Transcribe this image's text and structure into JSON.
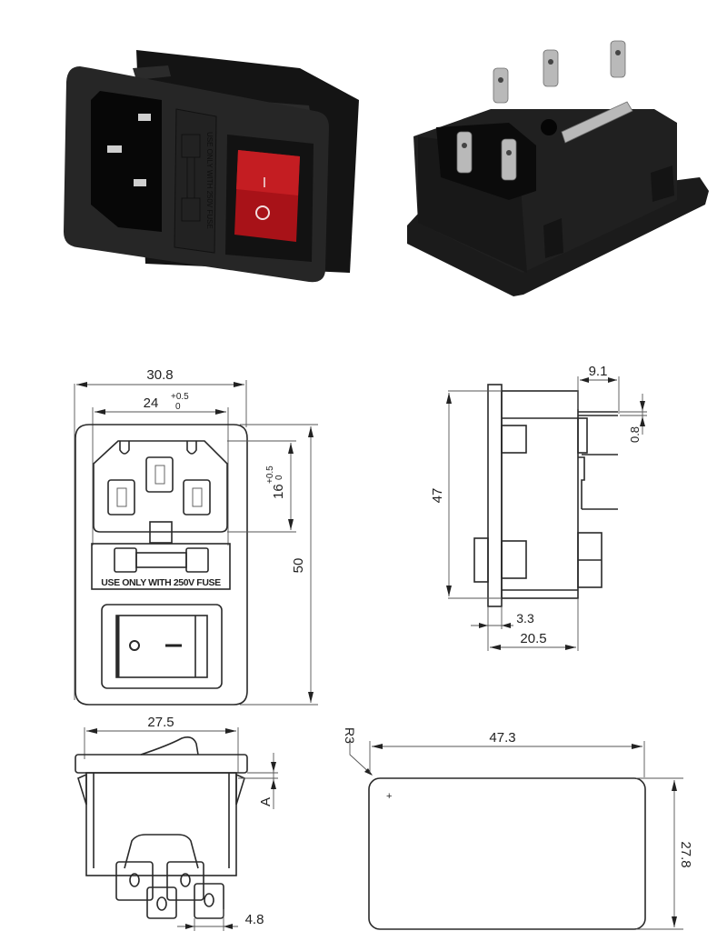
{
  "photos": {
    "front_view": {
      "description": "Front photo of IEC C14 inlet with fuse holder and red rocker switch",
      "fuse_label": "USE ONLY WITH 250V FUSE",
      "switch_on_symbol": "I",
      "switch_off_symbol": "O",
      "switch_color": "#b3141a",
      "body_color": "#1e1e1e"
    },
    "rear_view": {
      "description": "Rear photo showing quick-connect spade terminals",
      "body_color": "#1e1e1e"
    }
  },
  "front_drawing": {
    "overall_width": "30.8",
    "inlet_width": "24",
    "inlet_width_tol_upper": "+0.5",
    "inlet_width_tol_lower": "0",
    "inlet_height": "16",
    "inlet_height_tol_upper": "+0.5",
    "inlet_height_tol_lower": "0",
    "overall_height": "50",
    "fuse_label": "USE ONLY WITH 250V FUSE"
  },
  "side_drawing": {
    "terminal_length": "9.1",
    "terminal_thickness": "0.8",
    "body_height": "47",
    "flange_thickness": "3.3",
    "body_depth": "20.5"
  },
  "bottom_drawing": {
    "width": "27.5",
    "clip_label": "A",
    "terminal_spacing": "4.8"
  },
  "cutout_drawing": {
    "corner_radius": "R3",
    "width": "47.3",
    "height": "27.8"
  }
}
